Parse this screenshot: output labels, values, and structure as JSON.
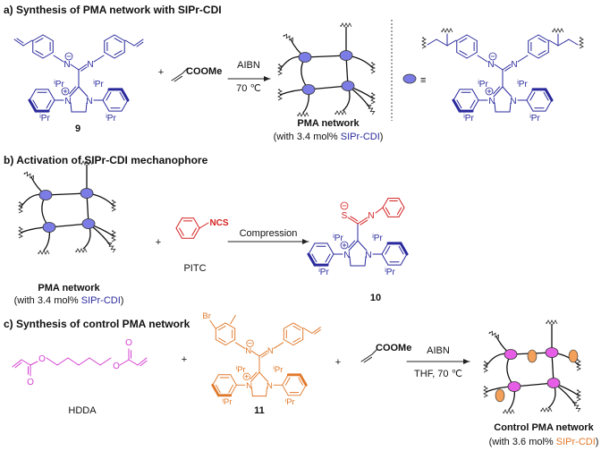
{
  "colors": {
    "sipr_cdi": "#2a2a9c",
    "control": "#e0782a",
    "hdda": "#d43fd0",
    "pitc": "#d42020",
    "node_blue": "#7c7ce6",
    "node_pink": "#e65ee6",
    "pendant_orange": "#f2a05a"
  },
  "atoms": {
    "N": "N",
    "i": "i",
    "Pr": "Pr",
    "S": "S",
    "Br": "Br",
    "O": "O",
    "NCS": "NCS",
    "minus": "−",
    "plus": "+"
  },
  "panel_a": {
    "title": "a) Synthesis of PMA network with SIPr-CDI",
    "compound_9": "9",
    "plus": "+",
    "monomer": "COOMe",
    "reagent": "AIBN",
    "condition": "70 ℃",
    "product": "PMA network",
    "product_note_prefix": "(with 3.4 mol% ",
    "product_note_highlight": "SIPr-CDI",
    "product_note_suffix": ")",
    "equiv": "≡"
  },
  "panel_b": {
    "title": "b) Activation of SIPr-CDI mechanophore",
    "network": "PMA network",
    "network_note_prefix": "(with 3.4 mol% ",
    "network_note_highlight": "SIPr-CDI",
    "network_note_suffix": ")",
    "plus": "+",
    "reagent_label": "PITC",
    "condition": "Compression",
    "compound_10": "10"
  },
  "panel_c": {
    "title": "c) Synthesis of control PMA network",
    "crosslinker": "HDDA",
    "plus": "+",
    "compound_11": "11",
    "monomer": "COOMe",
    "reagent": "AIBN",
    "condition": "THF, 70 ℃",
    "product": "Control PMA network",
    "product_note_prefix": "(with 3.6 mol% ",
    "product_note_highlight": "SIPr-CDI",
    "product_note_suffix": ")"
  }
}
